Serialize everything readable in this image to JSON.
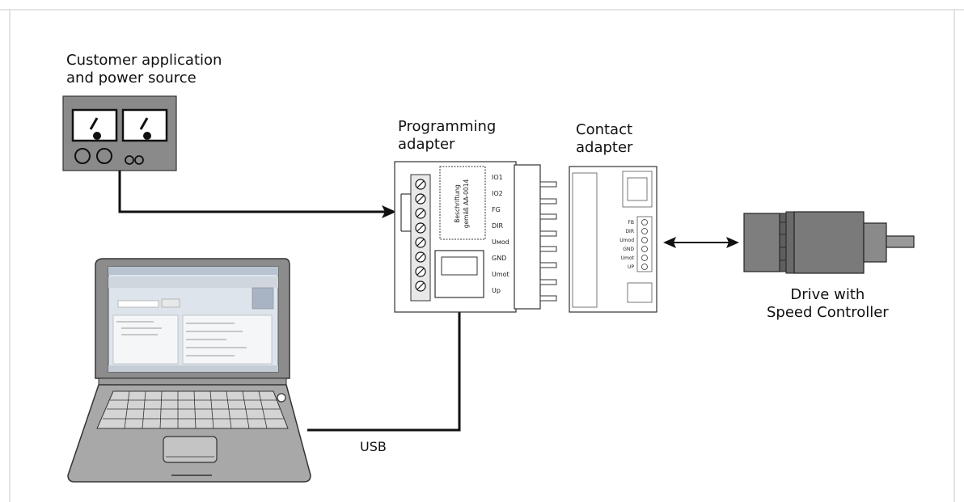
{
  "labels": {
    "customer_line1": "Customer application",
    "customer_line2": "and power source",
    "programming_line1": "Programming",
    "programming_line2": "adapter",
    "contact_line1": "Contact",
    "contact_line2": "adapter",
    "drive_line1": "Drive with",
    "drive_line2": "Speed Controller",
    "usb": "USB"
  },
  "adapter_pins": [
    "IO1",
    "IO2",
    "FG",
    "DIR",
    "Uмod",
    "GND",
    "Umot",
    "Up"
  ],
  "contact_pins": [
    "FB",
    "DIR",
    "Umod",
    "GND",
    "Umot",
    "UP"
  ],
  "adapter_module_text_line1": "Beschriftung",
  "adapter_module_text_line2": "gemäß AA-0014"
}
